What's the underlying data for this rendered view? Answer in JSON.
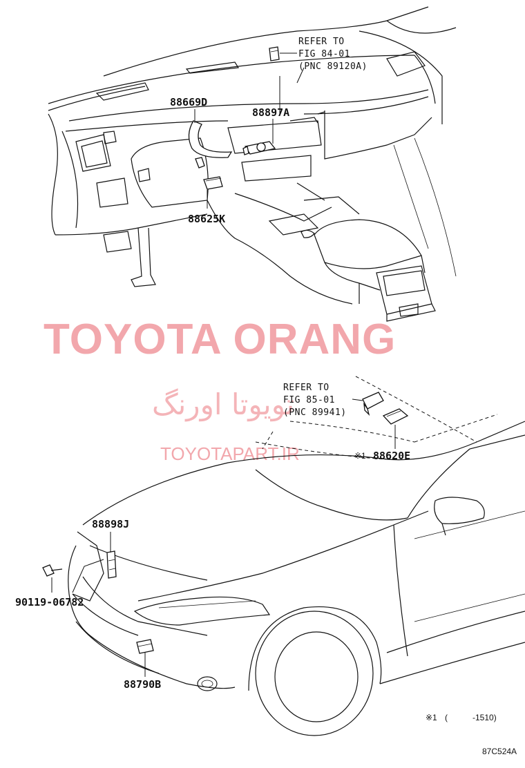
{
  "callouts": {
    "part_88669D": "88669D",
    "part_88897A": "88897A",
    "part_88625K": "88625K",
    "part_88620E": "88620E",
    "part_88620E_mark": "※1",
    "part_88898J": "88898J",
    "part_90119": "90119-06782",
    "part_88790B": "88790B"
  },
  "references": {
    "top": {
      "line1": "REFER TO",
      "line2": "FIG 84-01",
      "line3": "(PNC 89120A)"
    },
    "bottom": {
      "line1": "REFER TO",
      "line2": "FIG 85-01",
      "line3": "(PNC 89941)"
    }
  },
  "footnote": {
    "mark": "※1",
    "open": "(",
    "range": "-1510)"
  },
  "illustration_code": "87C524A",
  "watermark": {
    "brand": "TOYOTA ORANG",
    "persian": "تویوتا اورنگ",
    "site": "TOYOTAPART.IR"
  },
  "colors": {
    "line": "#111111",
    "watermark": "#f2a7ac",
    "background": "#ffffff"
  }
}
